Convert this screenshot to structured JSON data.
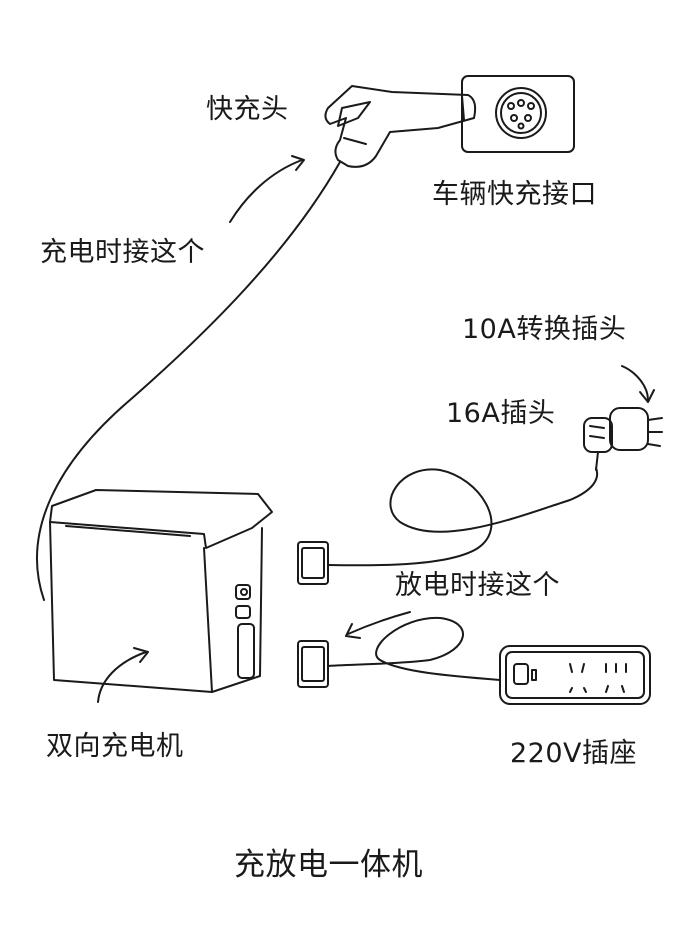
{
  "labels": {
    "fast_plug": "快充头",
    "vehicle_port": "车辆快充接口",
    "connect_when_charging": "充电时接这个",
    "adapter_10a": "10A转换插头",
    "plug_16a": "16A插头",
    "connect_when_discharging": "放电时接这个",
    "bidirectional_charger": "双向充电机",
    "socket_220v": "220V插座"
  },
  "title": "充放电一体机",
  "colors": {
    "line": "#1a1a1a",
    "background": "#ffffff",
    "shade": "#cfcfcf"
  }
}
